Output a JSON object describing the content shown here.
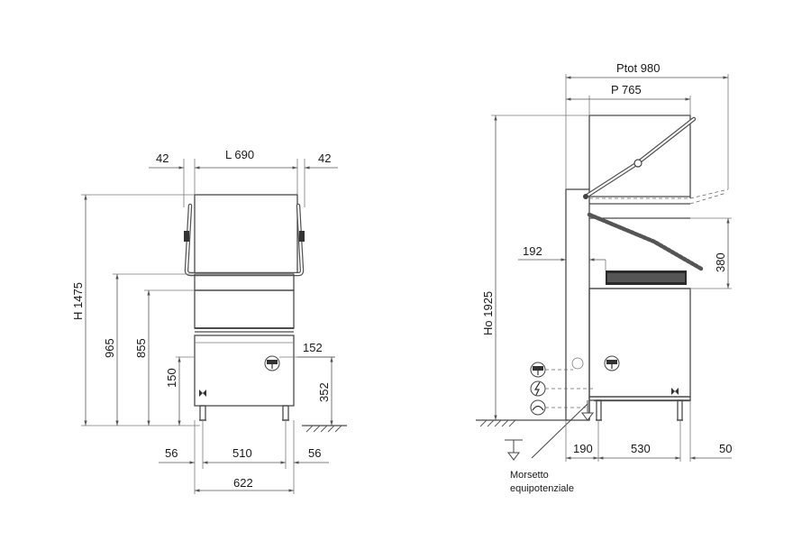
{
  "front_view": {
    "dims": {
      "left_side": "42",
      "width": "L 690",
      "right_side": "42",
      "height_total": "H 1475",
      "height_965": "965",
      "height_855": "855",
      "height_150": "150",
      "drain_152": "152",
      "height_352": "352",
      "foot_left": "56",
      "foot_span": "510",
      "foot_right": "56",
      "base_width": "622"
    }
  },
  "side_view": {
    "dims": {
      "depth_total": "Ptot 980",
      "depth": "P 765",
      "height_open": "Ho 1925",
      "height_380": "380",
      "dim_192": "192",
      "dim_190": "190",
      "dim_530": "530",
      "dim_50": "50"
    },
    "note_line1": "Morsetto",
    "note_line2": "equipotenziale",
    "icons": [
      "water-inlet-icon",
      "electrical-connection-icon",
      "drain-outlet-icon"
    ]
  }
}
